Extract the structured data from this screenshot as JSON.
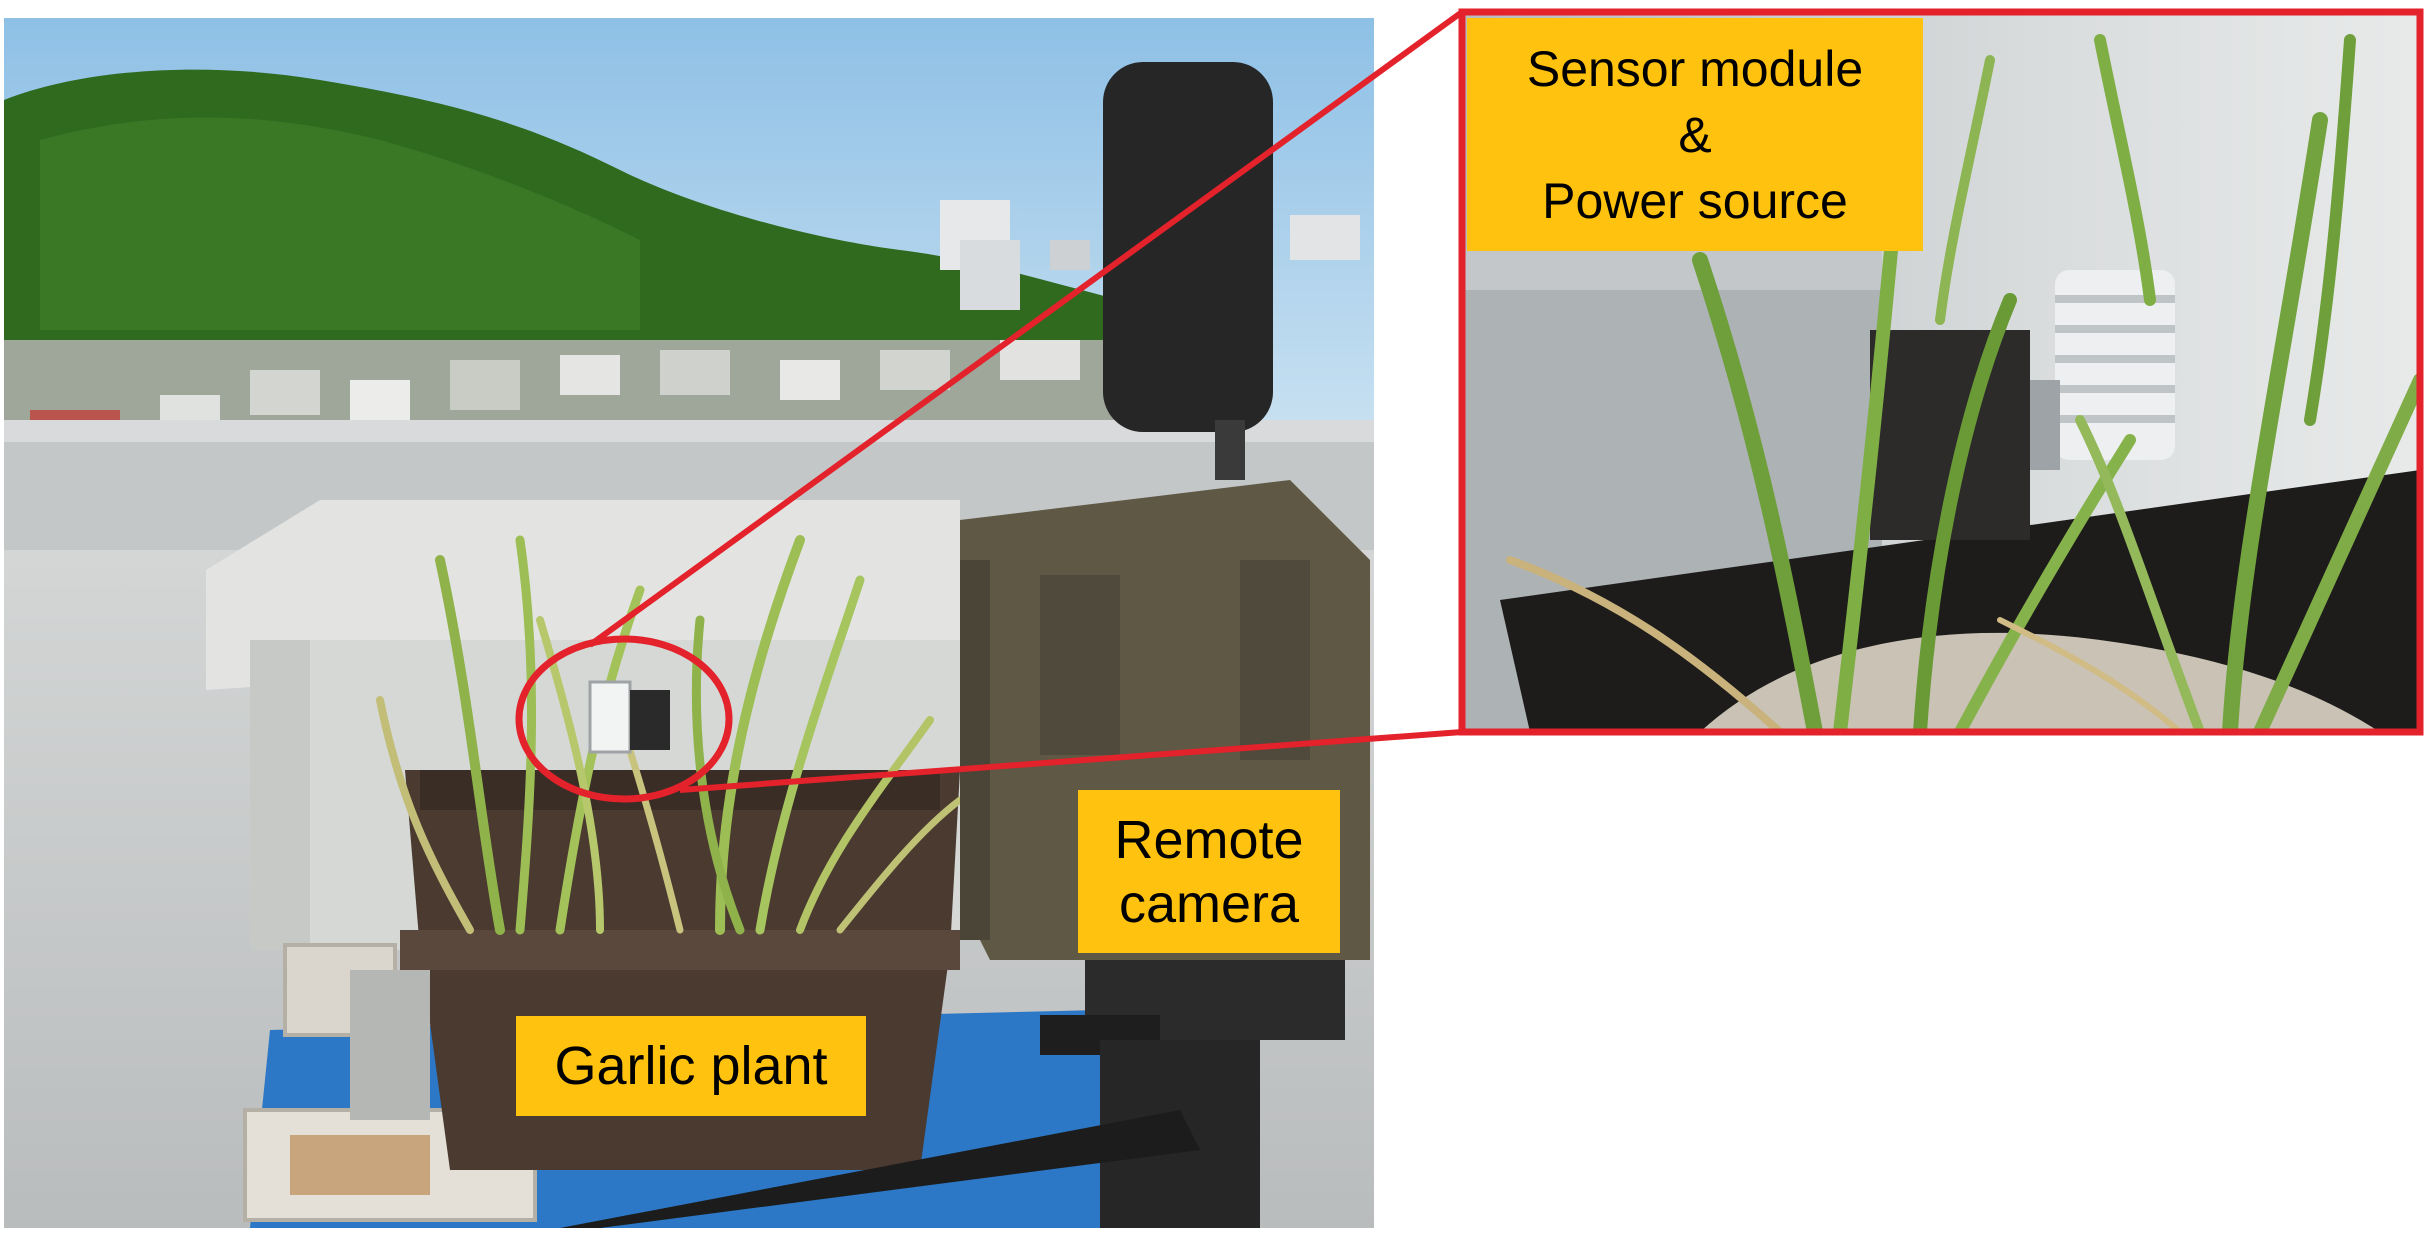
{
  "labels": {
    "sensor_module": [
      "Sensor module",
      "&",
      "Power source"
    ],
    "remote_camera": [
      "Remote",
      "camera"
    ],
    "garlic_plant": "Garlic plant"
  },
  "colors": {
    "label_fill": "#FFC20E",
    "callout_red": "#E3222B",
    "sky": "#A9CFEA",
    "hill_green": "#2E6B1E",
    "rooftop_gray": "#C9CCCD",
    "pot_brown": "#4A3A30",
    "camera_khaki": "#5E5845",
    "tarp_blue": "#2C78C6"
  }
}
